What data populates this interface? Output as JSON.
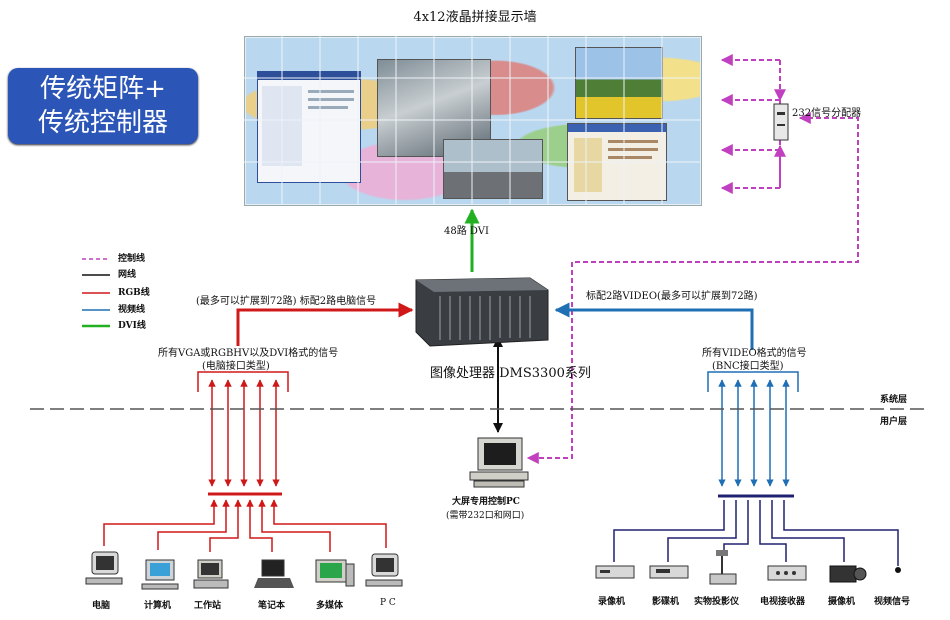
{
  "header": {
    "title": "4x12液晶拼接显示墙"
  },
  "badge": {
    "line1": "传统矩阵+",
    "line2": "传统控制器"
  },
  "legend": [
    {
      "label": "控制线",
      "color": "#c040c0",
      "style": "dashed"
    },
    {
      "label": "网线",
      "color": "#111111",
      "style": "solid"
    },
    {
      "label": "RGB线",
      "color": "#d01818",
      "style": "solid"
    },
    {
      "label": "视频线",
      "color": "#1f6fb5",
      "style": "solid"
    },
    {
      "label": "DVI线",
      "color": "#22b022",
      "style": "solid"
    }
  ],
  "distributor": {
    "label": "232信号分配器"
  },
  "dvi": {
    "label": "48路 DVI"
  },
  "processor": {
    "label": "图像处理器 DMS3300系列"
  },
  "left_branch": {
    "expand_label": "(最多可以扩展到72路) 标配2路电脑信号",
    "signal_line1": "所有VGA或RGBHV以及DVI格式的信号",
    "signal_line2": "(电脑接口类型)"
  },
  "right_branch": {
    "expand_label": "标配2路VIDEO(最多可以扩展到72路)",
    "signal_line1": "所有VIDEO格式的信号",
    "signal_line2": "(BNC接口类型)"
  },
  "layers": {
    "system": "系统层",
    "user": "用户层"
  },
  "control_pc": {
    "line1": "大屏专用控制PC",
    "line2": "(需带232口和网口)"
  },
  "left_devices": [
    "电脑",
    "计算机",
    "工作站",
    "笔记本",
    "多媒体",
    "P C"
  ],
  "right_devices": [
    "录像机",
    "影碟机",
    "实物投影仪",
    "电视接收器",
    "摄像机",
    "视频信号"
  ],
  "colors": {
    "control": "#c040c0",
    "network": "#111111",
    "rgb": "#d01818",
    "video": "#1f6fb5",
    "dvi": "#22b022",
    "badge": "#2c55b8"
  }
}
